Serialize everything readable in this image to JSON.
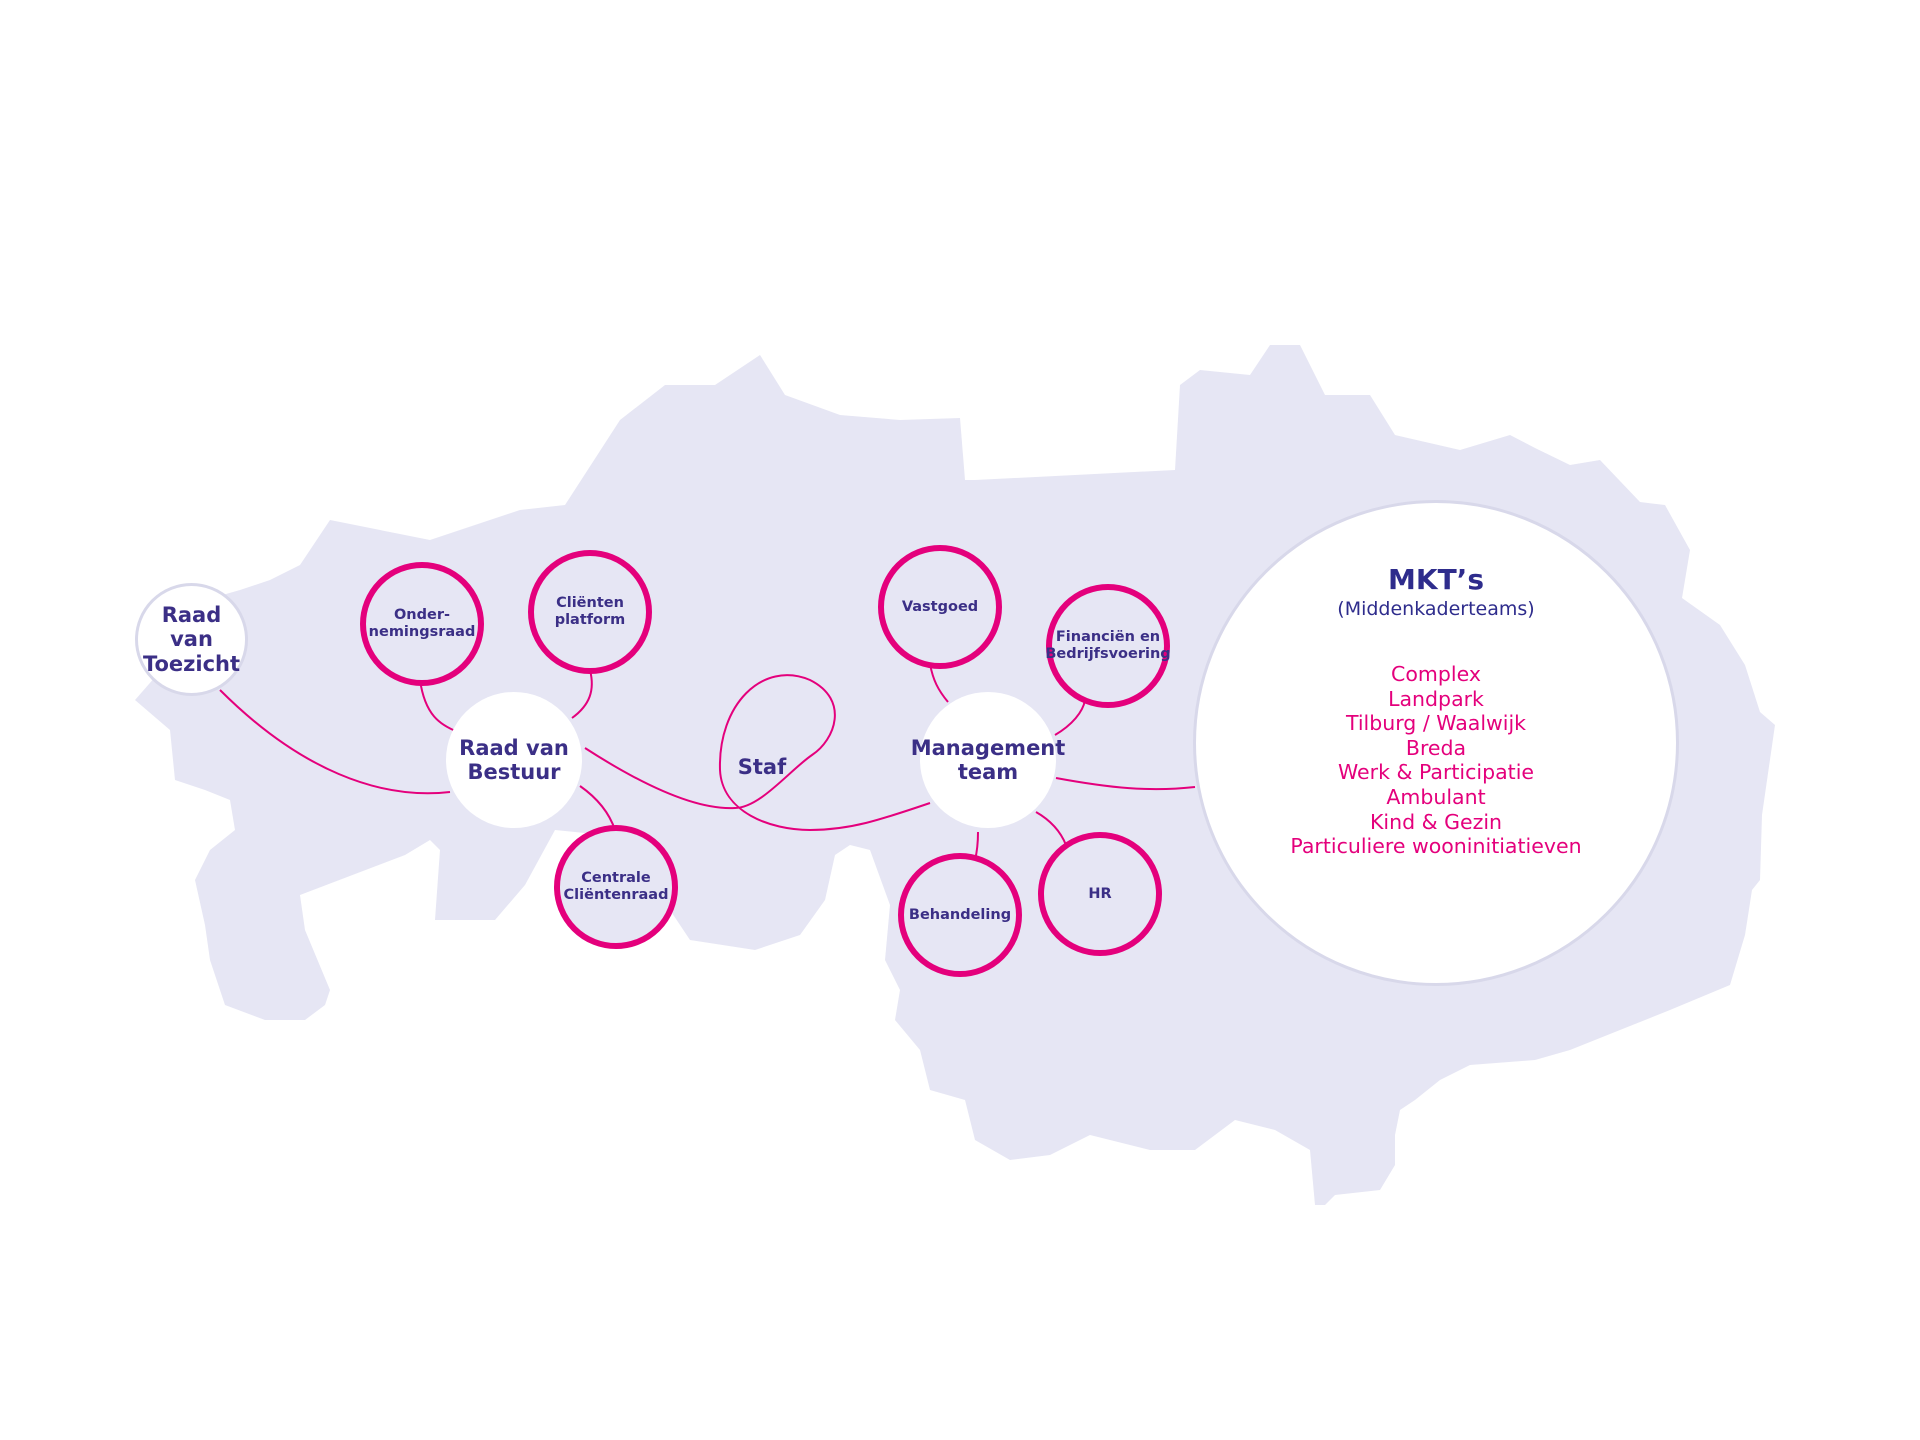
{
  "colors": {
    "map_fill": "#e6e6f4",
    "accent_pink": "#e4007c",
    "text_navy": "#3b2f86",
    "mkt_title": "#2e2c8c",
    "white_node_border": "#d8d8ea"
  },
  "nodes": {
    "raad_van_toezicht": "Raad van\nToezicht",
    "raad_van_bestuur": "Raad van\nBestuur",
    "ondernemingsraad": "Onder-\nnemingsraad",
    "clienten_platform": "Cliënten\nplatform",
    "centrale_clientenraad": "Centrale\nCliëntenraad",
    "staf": "Staf",
    "management_team": "Management\nteam",
    "vastgoed": "Vastgoed",
    "financien": "Financiën en\nBedrijfsvoering",
    "behandeling": "Behandeling",
    "hr": "HR"
  },
  "mkt": {
    "title": "MKT’s",
    "subtitle": "(Middenkaderteams)",
    "items": [
      "Complex",
      "Landpark",
      "Tilburg / Waalwijk",
      "Breda",
      "Werk & Participatie",
      "Ambulant",
      "Kind & Gezin",
      "Particuliere wooninitiatieven"
    ]
  }
}
